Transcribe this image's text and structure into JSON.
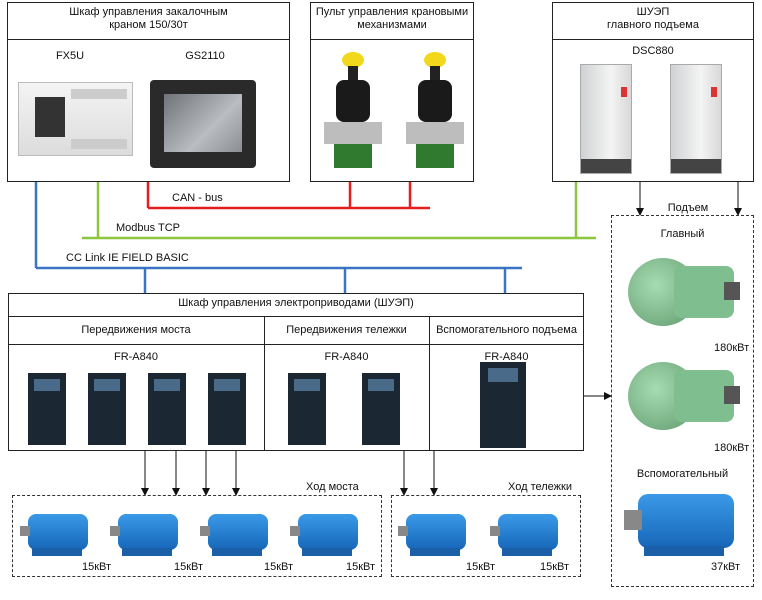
{
  "control_cabinet": {
    "title_line1": "Шкаф управления закалочным",
    "title_line2": "краном 150/30т",
    "plc": "FX5U",
    "hmi": "GS2110"
  },
  "remote_panel": {
    "title_line1": "Пульт управления крановыми",
    "title_line2": "механизмами"
  },
  "main_hoist_drive": {
    "title_line1": "ШУЭП",
    "title_line2": "главного подъема",
    "model": "DSC880"
  },
  "buses": {
    "can": "CAN - bus",
    "modbus": "Modbus TCP",
    "cclink": "CC Link IE FIELD BASIC"
  },
  "drive_cabinet": {
    "title": "Шкаф управления электроприводами (ШУЭП)",
    "sections": [
      {
        "label": "Передвижения моста",
        "model": "FR-A840"
      },
      {
        "label": "Передвижения тележки",
        "model": "FR-A840"
      },
      {
        "label": "Вспомогательного подъема",
        "model": "FR-A840"
      }
    ]
  },
  "hoist_group": {
    "title": "Подъем",
    "main_label": "Главный",
    "main_power_1": "180кВт",
    "main_power_2": "180кВт",
    "aux_label": "Вспомогательный",
    "aux_power": "37кВт"
  },
  "bridge_group": {
    "title": "Ход моста",
    "powers": [
      "15кВт",
      "15кВт",
      "15кВт",
      "15кВт"
    ]
  },
  "trolley_group": {
    "title": "Ход тележки",
    "powers": [
      "15кВт",
      "15кВт"
    ]
  },
  "colors": {
    "can": "#e41e1e",
    "modbus": "#8cc63f",
    "cclink": "#3b74c4",
    "green_motor": "#7fbf8f",
    "blue_motor": "#1f7fd6"
  }
}
